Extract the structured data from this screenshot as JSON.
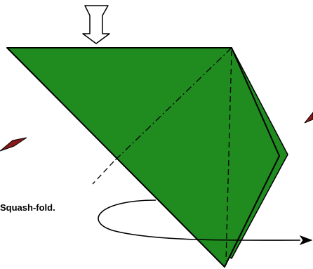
{
  "diagram": {
    "instruction": "Squash-fold.",
    "colors": {
      "paper_front": "#208c20",
      "paper_back": "#8b1a1a",
      "paper_white": "#ffffff",
      "outline": "#000000",
      "arrow_fill": "#ffffff"
    },
    "symbols": [
      "push-arrow-icon",
      "fold-direction-arrow",
      "valley-fold-line",
      "mountain-fold-line"
    ]
  }
}
